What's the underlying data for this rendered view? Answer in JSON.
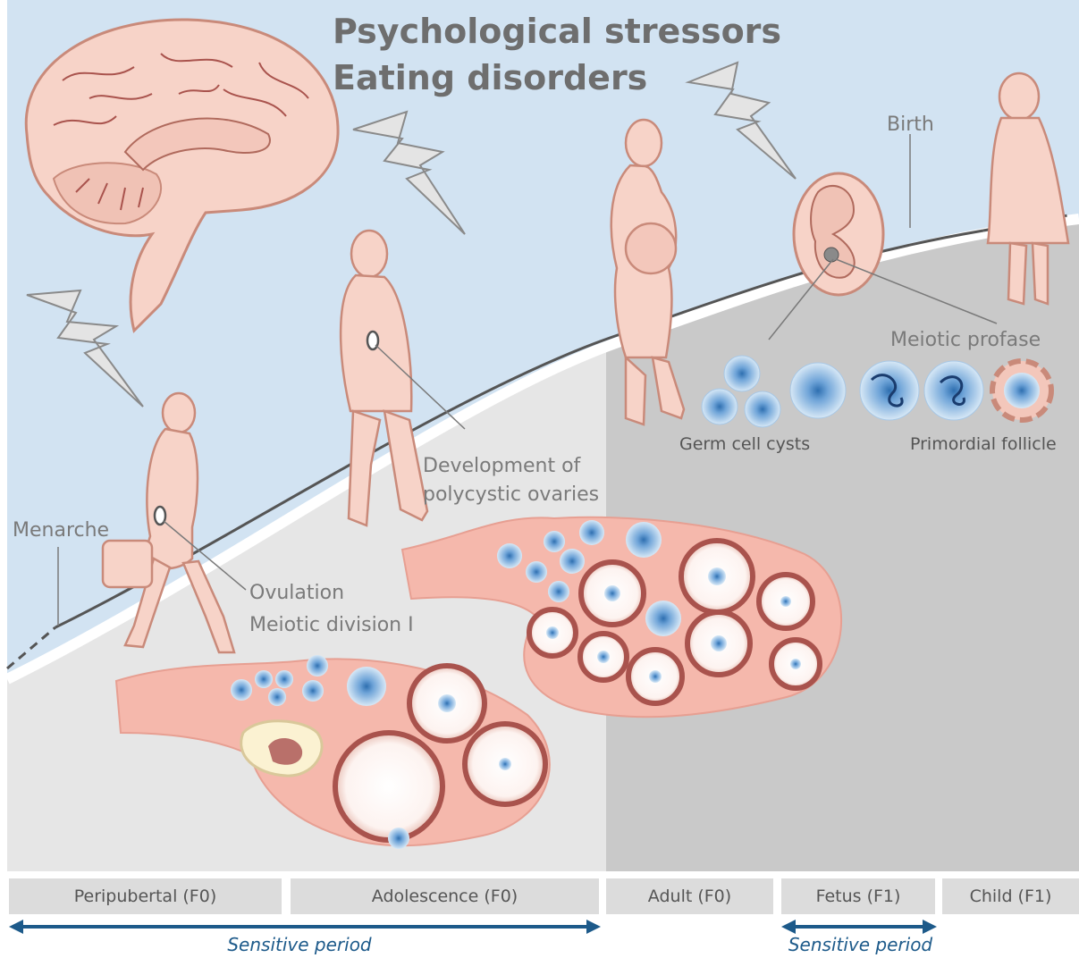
{
  "title": {
    "line1": "Psychological stressors",
    "line2": "Eating disorders"
  },
  "labels": {
    "birth": "Birth",
    "meiotic_profase": "Meiotic profase",
    "germ_cell_cysts": "Germ cell cysts",
    "primordial_follicle": "Primordial follicle",
    "development_line1": "Development of",
    "development_line2": "polycystic ovaries",
    "menarche": "Menarche",
    "ovulation": "Ovulation",
    "meiotic_division": "Meiotic division I"
  },
  "timeline": [
    {
      "label": "Peripubertal (F0)"
    },
    {
      "label": "Adolescence (F0)"
    },
    {
      "label": "Adult (F0)"
    },
    {
      "label": "Fetus (F1)"
    },
    {
      "label": "Child (F1)"
    }
  ],
  "sensitive_periods": [
    {
      "label": "Sensitive period"
    },
    {
      "label": "Sensitive period"
    }
  ],
  "colors": {
    "sky": "#d2e3f2",
    "ground_light": "#e6e6e6",
    "ground_dark": "#c9c9c9",
    "skin": "#f7d3c8",
    "skin_outline": "#c98a7a",
    "ovary": "#f5b8ac",
    "follicle_rim": "#a9534d",
    "cell_blue": "#4f8cc9",
    "arrow_blue": "#1d5a8a",
    "bolt": "#e4e4e4"
  }
}
